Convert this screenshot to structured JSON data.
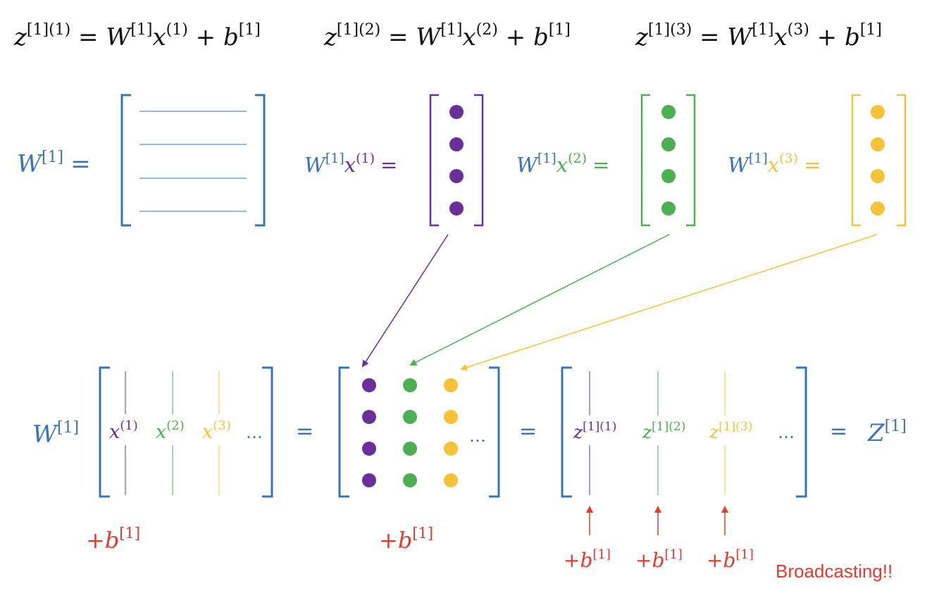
{
  "colors": {
    "blue": "#3a74b8",
    "purple": "#6a2f9a",
    "green": "#4caf50",
    "yellow": "#f5c338",
    "red": "#e53a2d",
    "black": "#111111"
  },
  "equations": {
    "eq1": {
      "lhs": "z",
      "sup": "[1](1)",
      "eq": " = ",
      "w": "W",
      "wsup": "[1]",
      "x": "x",
      "xsup": "(1)",
      "plus": " + ",
      "b": "b",
      "bsup": "[1]"
    },
    "eq2": {
      "lhs": "z",
      "sup": "[1](2)",
      "eq": " = ",
      "w": "W",
      "wsup": "[1]",
      "x": "x",
      "xsup": "(2)",
      "plus": " + ",
      "b": "b",
      "bsup": "[1]"
    },
    "eq3": {
      "lhs": "z",
      "sup": "[1](3)",
      "eq": " = ",
      "w": "W",
      "wsup": "[1]",
      "x": "x",
      "xsup": "(3)",
      "plus": " + ",
      "b": "b",
      "bsup": "[1]"
    }
  },
  "top_row": {
    "w_label": {
      "w": "W",
      "sup": "[1]",
      "eq": "="
    },
    "wx1": {
      "w": "W",
      "wsup": "[1]",
      "x": "x",
      "xsup": "(1)",
      "eq": "="
    },
    "wx2": {
      "w": "W",
      "wsup": "[1]",
      "x": "x",
      "xsup": "(2)",
      "eq": "="
    },
    "wx3": {
      "w": "W",
      "wsup": "[1]",
      "x": "x",
      "xsup": "(3)",
      "eq": "="
    }
  },
  "bottom_row": {
    "w": "W",
    "wsup": "[1]",
    "x1": "x",
    "x1sup": "(1)",
    "x2": "x",
    "x2sup": "(2)",
    "x3": "x",
    "x3sup": "(3)",
    "ellipsis": "…",
    "eq": "=",
    "z": "z",
    "z1sup": "[1](1)",
    "z2sup": "[1](2)",
    "z3sup": "[1](3)",
    "Z": "Z",
    "Zsup": "[1]"
  },
  "bias": {
    "plus": "+",
    "b": "b",
    "sup": "[1]"
  },
  "note": "Broadcasting!!"
}
